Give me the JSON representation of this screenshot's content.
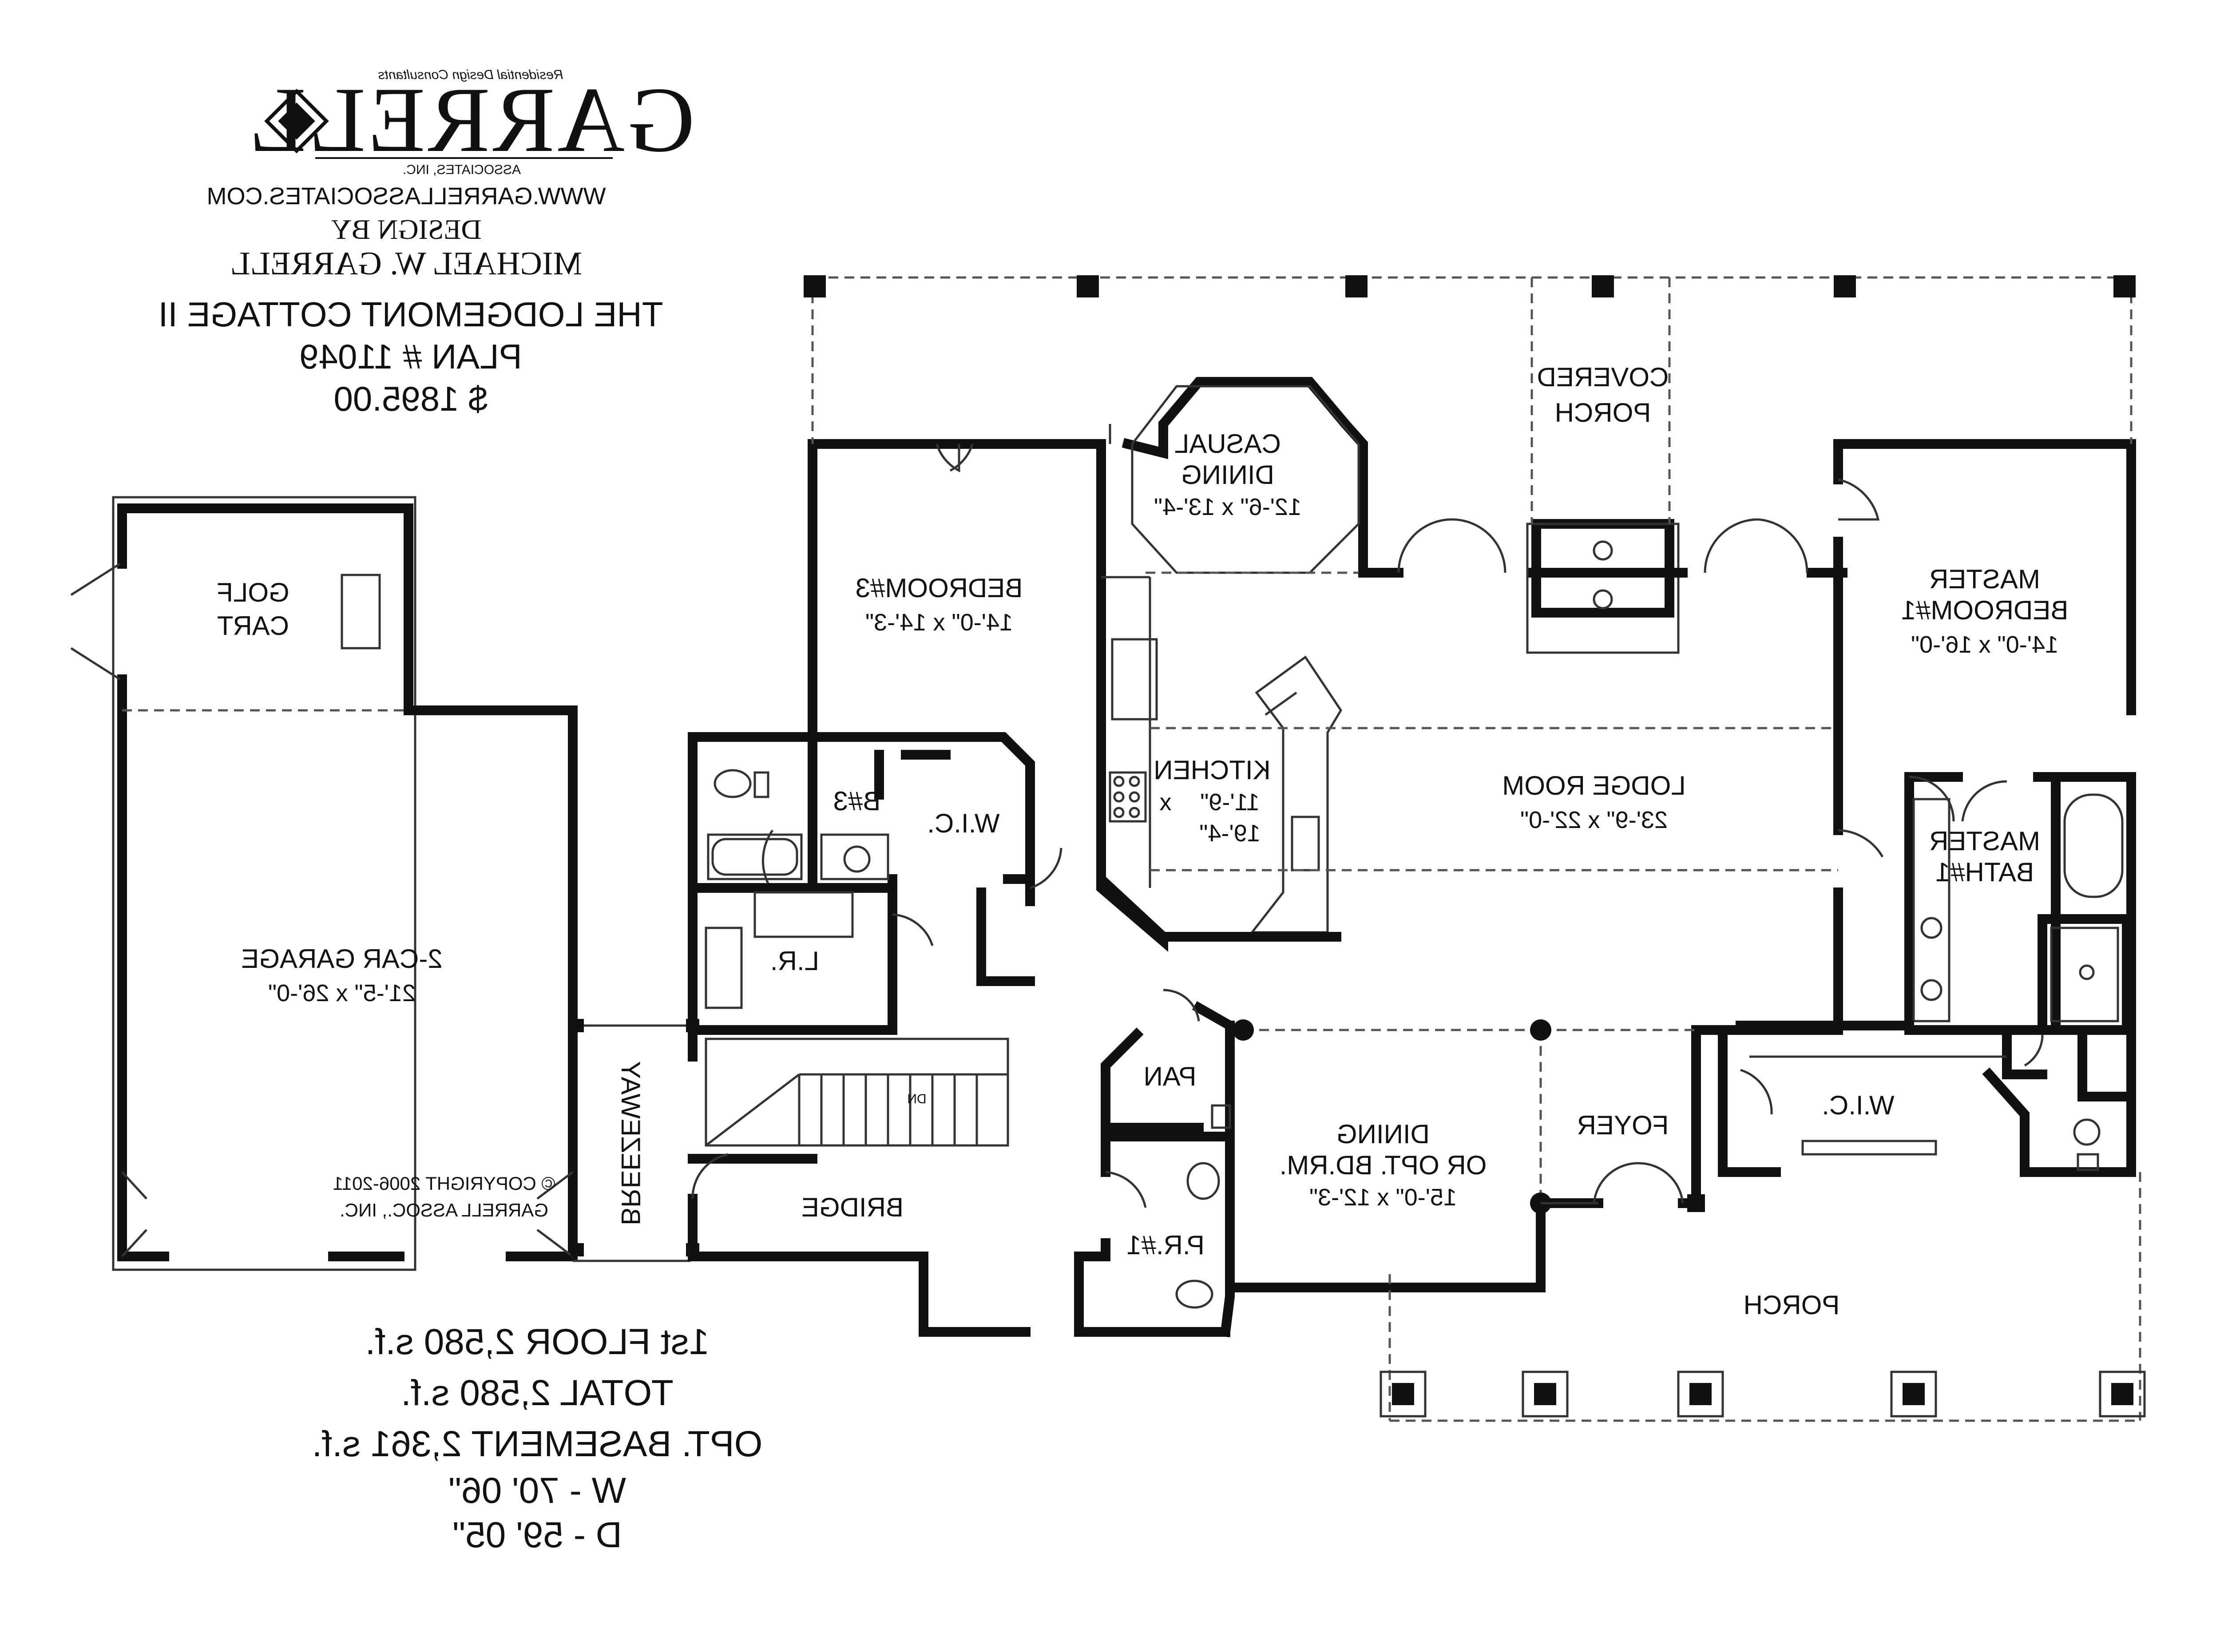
{
  "logo": {
    "tagline": "Residential Design Consultants",
    "name": "GARRELL",
    "sub": "ASSOCIATES, INC."
  },
  "info": {
    "website": "WWW.GARRELLASSOCIATES.COM",
    "design_by": "DESIGN BY",
    "designer": "MICHAEL W. GARRELL",
    "plan_name": "THE LODGEMONT COTTAGE II",
    "plan_number": "PLAN # 11049",
    "price": "$ 1895.00"
  },
  "rooms": {
    "covered_porch": {
      "name1": "COVERED",
      "name2": "PORCH"
    },
    "casual_dining": {
      "name1": "CASUAL",
      "name2": "DINING",
      "dim": "12'-6\" x 13'-4\""
    },
    "bedroom3": {
      "name": "BEDROOM#3",
      "dim": "14'-0\" x 14'-3\""
    },
    "master_bedroom": {
      "name1": "MASTER",
      "name2": "BEDROOM#1",
      "dim": "14'-0\" x 16'-0\""
    },
    "golf_cart": {
      "name1": "GOLF",
      "name2": "CART"
    },
    "kitchen": {
      "name": "KITCHEN",
      "dim1": "11'-9\"",
      "dim2": "x",
      "dim3": "19'-4\""
    },
    "lodge_room": {
      "name": "LODGE ROOM",
      "dim": "23'-9\" x 22'-0\""
    },
    "master_bath": {
      "name1": "MASTER",
      "name2": "BATH#1"
    },
    "bath3": {
      "name": "B#3"
    },
    "wic_left": {
      "name": "W.I.C."
    },
    "garage": {
      "name": "2-CAR GARAGE",
      "dim": "21'-5\" x 26'-0\""
    },
    "laundry": {
      "name": "L.R."
    },
    "pantry": {
      "name": "PAN"
    },
    "wic_master": {
      "name": "W.I.C."
    },
    "dining": {
      "name1": "DINING",
      "name2": "OR OPT. BD.RM.",
      "dim": "15'-0\" x 12'-3\""
    },
    "foyer": {
      "name": "FOYER"
    },
    "breezeway": {
      "name": "BREEZEWAY"
    },
    "bridge": {
      "name": "BRIDGE"
    },
    "powder": {
      "name": "P.R.#1"
    },
    "porch": {
      "name": "PORCH"
    },
    "stair": {
      "name": "DN"
    }
  },
  "copyright": {
    "line1": "© COPYRIGHT 2006-2011",
    "line2": "GARRELL ASSOC., INC."
  },
  "stats": {
    "first_floor": "1st FLOOR 2,580 s.f.",
    "total": "TOTAL 2,580 s.f.",
    "basement": "OPT. BASEMENT 2,361 s.f.",
    "width": "W - 70' 06\"",
    "depth": "D - 59' 05\""
  },
  "style": {
    "ink": "#111111",
    "paper": "#ffffff"
  }
}
